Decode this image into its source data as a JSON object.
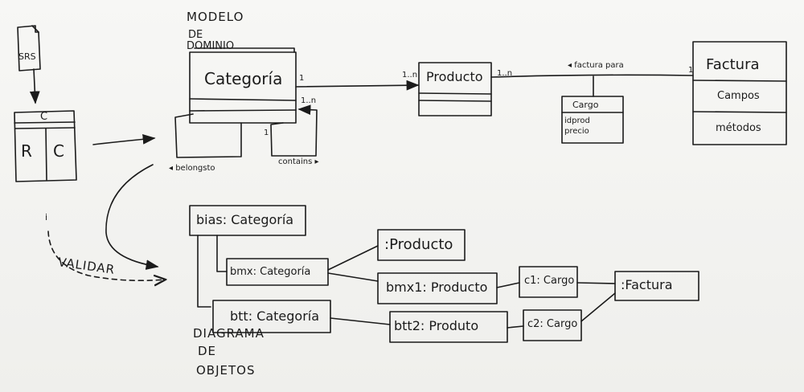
{
  "titles": {
    "modelo": "MODELO",
    "de": "DE",
    "dominio": "DOMINIO",
    "diagrama": "DIAGRAMA",
    "de2": "DE",
    "objetos": "OBJETOS",
    "validar": "VALIDAR"
  },
  "left": {
    "srs": "SRS",
    "c": "C",
    "r": "R",
    "c2": "C",
    "i": "i"
  },
  "domain_model": {
    "categoria": "Categoría",
    "producto": "Producto",
    "factura": "Factura",
    "factura_campos": "Campos",
    "factura_metodos": "métodos",
    "cargo": "Cargo",
    "cargo_attr1": "idprod",
    "cargo_attr2": "precio",
    "mult_cat_one": "1",
    "mult_prod_1n": "1..n",
    "mult_prod_right": "1..n",
    "mult_factura_one": "1",
    "assoc_factura_para": "◂ factura para",
    "self_1n": "1..n",
    "self_one": "1",
    "belongs_to": "◂ belongsto",
    "contains": "contains ▸"
  },
  "object_diagram": {
    "bias": "bias: Categoría",
    "bmx": "bmx: Categoría",
    "btt": "btt: Categoría",
    "producto_anon": ":Producto",
    "bmx1": "bmx1: Producto",
    "btt2": "btt2: Produto",
    "c1": "c1: Cargo",
    "c2": "c2: Cargo",
    "factura_anon": ":Factura"
  }
}
